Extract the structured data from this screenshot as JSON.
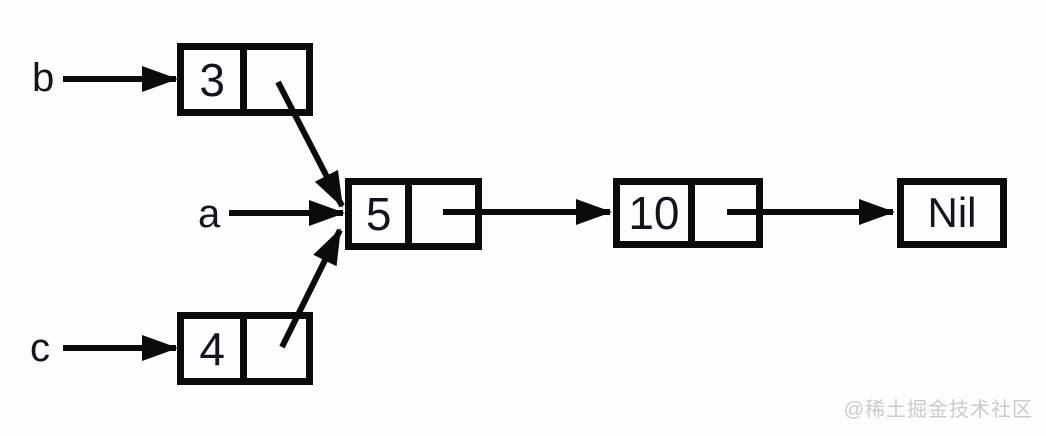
{
  "diagram": {
    "type": "linked-list",
    "variables": [
      {
        "name": "b",
        "points_to": "3"
      },
      {
        "name": "a",
        "points_to": "5"
      },
      {
        "name": "c",
        "points_to": "4"
      }
    ],
    "nodes": [
      {
        "value": "3",
        "next": "5"
      },
      {
        "value": "5",
        "next": "10"
      },
      {
        "value": "10",
        "next": "Nil"
      },
      {
        "value": "4",
        "next": "5"
      },
      {
        "value": "Nil"
      }
    ],
    "edges": [
      {
        "from": "b",
        "to": "node-3"
      },
      {
        "from": "a",
        "to": "node-5"
      },
      {
        "from": "c",
        "to": "node-4"
      },
      {
        "from": "node-3",
        "to": "node-5"
      },
      {
        "from": "node-4",
        "to": "node-5"
      },
      {
        "from": "node-5",
        "to": "node-10"
      },
      {
        "from": "node-10",
        "to": "nil"
      }
    ],
    "colors": {
      "line": "#0b0b0b",
      "background": "#fdfdfd",
      "watermark_text": "#cbcbcb"
    },
    "watermark": "@稀土掘金技术社区"
  }
}
